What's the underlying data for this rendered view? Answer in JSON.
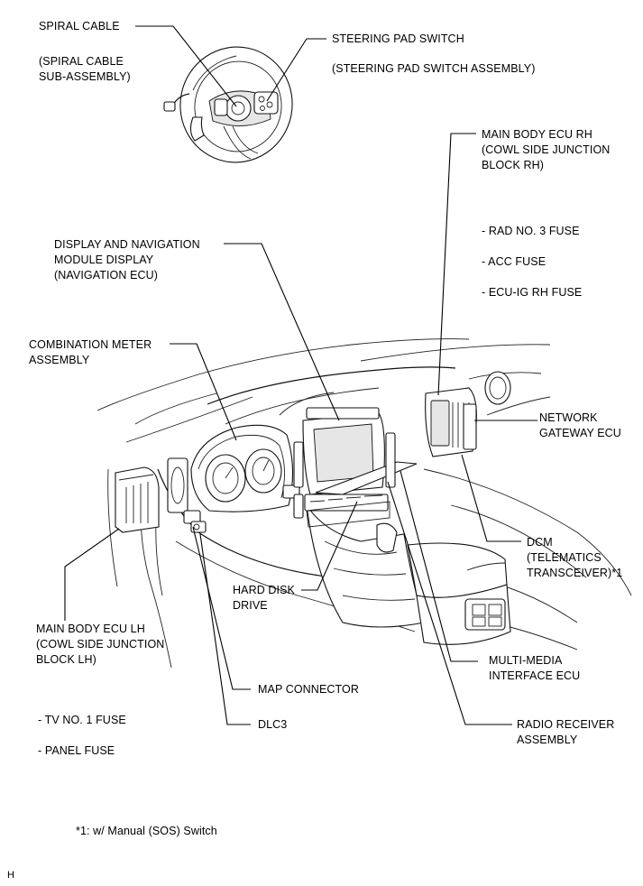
{
  "labels": {
    "spiral_cable": "SPIRAL CABLE",
    "spiral_cable_sub": "(SPIRAL CABLE\nSUB-ASSEMBLY)",
    "steering_pad_switch": "STEERING PAD SWITCH",
    "steering_pad_switch_sub": "(STEERING PAD SWITCH ASSEMBLY)",
    "main_body_ecu_rh": "MAIN BODY ECU RH\n(COWL SIDE JUNCTION\nBLOCK RH)",
    "rh_fuses": "- RAD NO. 3 FUSE\n\n- ACC FUSE\n\n- ECU-IG RH FUSE",
    "display_nav": "DISPLAY AND NAVIGATION\nMODULE DISPLAY\n(NAVIGATION ECU)",
    "combination_meter": "COMBINATION METER\nASSEMBLY",
    "network_gateway": "NETWORK\nGATEWAY ECU",
    "dcm": "DCM\n(TELEMATICS\nTRANSCEIVER)*1",
    "hard_disk": "HARD DISK\nDRIVE",
    "main_body_ecu_lh": "MAIN BODY ECU LH\n(COWL SIDE JUNCTION\nBLOCK LH)",
    "multimedia": "MULTI-MEDIA\nINTERFACE ECU",
    "map_connector": "MAP CONNECTOR",
    "dlc3": "DLC3",
    "radio_receiver": "RADIO RECEIVER\nASSEMBLY",
    "lh_fuses": "- TV NO. 1 FUSE\n\n- PANEL FUSE",
    "footnote": "*1: w/ Manual (SOS) Switch",
    "corner_mark": "H"
  }
}
